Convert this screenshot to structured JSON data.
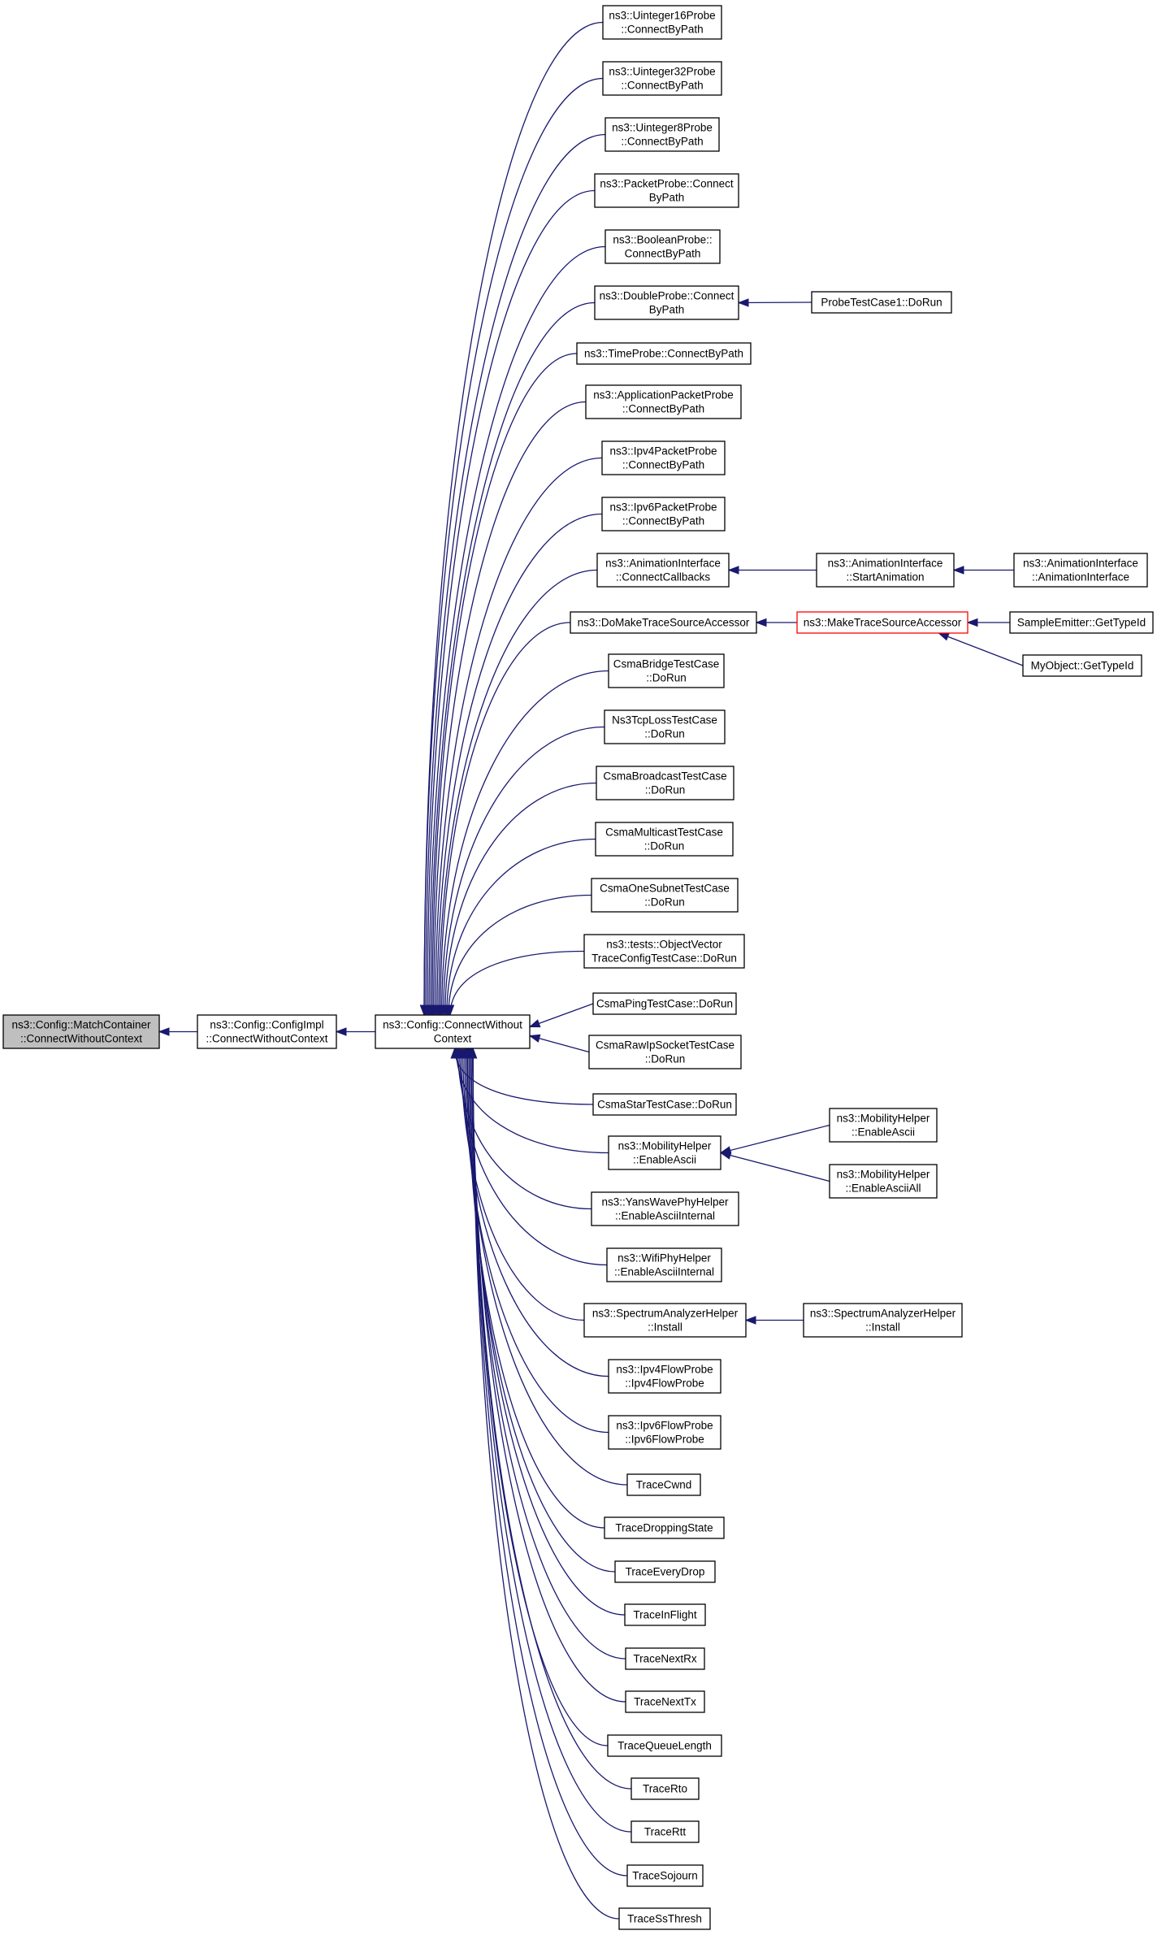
{
  "colors": {
    "edge": "#191970",
    "root_fill": "#bfbfbf",
    "highlight_border": "#ff0000"
  },
  "nodes": [
    {
      "id": "match",
      "lines": [
        "ns3::Config::MatchContainer",
        "::ConnectWithoutContext"
      ],
      "root": true
    },
    {
      "id": "impl",
      "lines": [
        "ns3::Config::ConfigImpl",
        "::ConnectWithoutContext"
      ]
    },
    {
      "id": "cwc",
      "lines": [
        "ns3::Config::ConnectWithout",
        "Context"
      ]
    },
    {
      "id": "u16",
      "lines": [
        "ns3::Uinteger16Probe",
        "::ConnectByPath"
      ]
    },
    {
      "id": "u32",
      "lines": [
        "ns3::Uinteger32Probe",
        "::ConnectByPath"
      ]
    },
    {
      "id": "u8",
      "lines": [
        "ns3::Uinteger8Probe",
        "::ConnectByPath"
      ]
    },
    {
      "id": "packet",
      "lines": [
        "ns3::PacketProbe::Connect",
        "ByPath"
      ]
    },
    {
      "id": "bool",
      "lines": [
        "ns3::BooleanProbe::",
        "ConnectByPath"
      ]
    },
    {
      "id": "double",
      "lines": [
        "ns3::DoubleProbe::Connect",
        "ByPath"
      ]
    },
    {
      "id": "probetc",
      "lines": [
        "ProbeTestCase1::DoRun"
      ]
    },
    {
      "id": "time",
      "lines": [
        "ns3::TimeProbe::ConnectByPath"
      ]
    },
    {
      "id": "apppkt",
      "lines": [
        "ns3::ApplicationPacketProbe",
        "::ConnectByPath"
      ]
    },
    {
      "id": "ipv4pkt",
      "lines": [
        "ns3::Ipv4PacketProbe",
        "::ConnectByPath"
      ]
    },
    {
      "id": "ipv6pkt",
      "lines": [
        "ns3::Ipv6PacketProbe",
        "::ConnectByPath"
      ]
    },
    {
      "id": "animcc",
      "lines": [
        "ns3::AnimationInterface",
        "::ConnectCallbacks"
      ]
    },
    {
      "id": "animstart",
      "lines": [
        "ns3::AnimationInterface",
        "::StartAnimation"
      ]
    },
    {
      "id": "animctor",
      "lines": [
        "ns3::AnimationInterface",
        "::AnimationInterface"
      ]
    },
    {
      "id": "domake",
      "lines": [
        "ns3::DoMakeTraceSourceAccessor"
      ]
    },
    {
      "id": "make",
      "lines": [
        "ns3::MakeTraceSourceAccessor"
      ],
      "highlight": true
    },
    {
      "id": "sample",
      "lines": [
        "SampleEmitter::GetTypeId"
      ]
    },
    {
      "id": "myobj",
      "lines": [
        "MyObject::GetTypeId"
      ]
    },
    {
      "id": "bridge",
      "lines": [
        "CsmaBridgeTestCase",
        "::DoRun"
      ]
    },
    {
      "id": "tcploss",
      "lines": [
        "Ns3TcpLossTestCase",
        "::DoRun"
      ]
    },
    {
      "id": "bcast",
      "lines": [
        "CsmaBroadcastTestCase",
        "::DoRun"
      ]
    },
    {
      "id": "mcast",
      "lines": [
        "CsmaMulticastTestCase",
        "::DoRun"
      ]
    },
    {
      "id": "onesub",
      "lines": [
        "CsmaOneSubnetTestCase",
        "::DoRun"
      ]
    },
    {
      "id": "objvec",
      "lines": [
        "ns3::tests::ObjectVector",
        "TraceConfigTestCase::DoRun"
      ]
    },
    {
      "id": "ping",
      "lines": [
        "CsmaPingTestCase::DoRun"
      ]
    },
    {
      "id": "rawip",
      "lines": [
        "CsmaRawIpSocketTestCase",
        "::DoRun"
      ]
    },
    {
      "id": "star",
      "lines": [
        "CsmaStarTestCase::DoRun"
      ]
    },
    {
      "id": "mobascii",
      "lines": [
        "ns3::MobilityHelper",
        "::EnableAscii"
      ]
    },
    {
      "id": "mobascii2",
      "lines": [
        "ns3::MobilityHelper",
        "::EnableAscii"
      ]
    },
    {
      "id": "mobasciiall",
      "lines": [
        "ns3::MobilityHelper",
        "::EnableAsciiAll"
      ]
    },
    {
      "id": "yans",
      "lines": [
        "ns3::YansWavePhyHelper",
        "::EnableAsciiInternal"
      ]
    },
    {
      "id": "wifi",
      "lines": [
        "ns3::WifiPhyHelper",
        "::EnableAsciiInternal"
      ]
    },
    {
      "id": "spec",
      "lines": [
        "ns3::SpectrumAnalyzerHelper",
        "::Install"
      ]
    },
    {
      "id": "spec2",
      "lines": [
        "ns3::SpectrumAnalyzerHelper",
        "::Install"
      ]
    },
    {
      "id": "ipv4flow",
      "lines": [
        "ns3::Ipv4FlowProbe",
        "::Ipv4FlowProbe"
      ]
    },
    {
      "id": "ipv6flow",
      "lines": [
        "ns3::Ipv6FlowProbe",
        "::Ipv6FlowProbe"
      ]
    },
    {
      "id": "cwnd",
      "lines": [
        "TraceCwnd"
      ]
    },
    {
      "id": "dropping",
      "lines": [
        "TraceDroppingState"
      ]
    },
    {
      "id": "everydrop",
      "lines": [
        "TraceEveryDrop"
      ]
    },
    {
      "id": "inflight",
      "lines": [
        "TraceInFlight"
      ]
    },
    {
      "id": "nextrx",
      "lines": [
        "TraceNextRx"
      ]
    },
    {
      "id": "nexttx",
      "lines": [
        "TraceNextTx"
      ]
    },
    {
      "id": "qlen",
      "lines": [
        "TraceQueueLength"
      ]
    },
    {
      "id": "rto",
      "lines": [
        "TraceRto"
      ]
    },
    {
      "id": "rtt",
      "lines": [
        "TraceRtt"
      ]
    },
    {
      "id": "sojourn",
      "lines": [
        "TraceSojourn"
      ]
    },
    {
      "id": "ssthresh",
      "lines": [
        "TraceSsThresh"
      ]
    }
  ],
  "edges": [
    [
      "impl",
      "match"
    ],
    [
      "cwc",
      "impl"
    ],
    [
      "u16",
      "cwc"
    ],
    [
      "u32",
      "cwc"
    ],
    [
      "u8",
      "cwc"
    ],
    [
      "packet",
      "cwc"
    ],
    [
      "bool",
      "cwc"
    ],
    [
      "double",
      "cwc"
    ],
    [
      "time",
      "cwc"
    ],
    [
      "apppkt",
      "cwc"
    ],
    [
      "ipv4pkt",
      "cwc"
    ],
    [
      "ipv6pkt",
      "cwc"
    ],
    [
      "animcc",
      "cwc"
    ],
    [
      "domake",
      "cwc"
    ],
    [
      "bridge",
      "cwc"
    ],
    [
      "tcploss",
      "cwc"
    ],
    [
      "bcast",
      "cwc"
    ],
    [
      "mcast",
      "cwc"
    ],
    [
      "onesub",
      "cwc"
    ],
    [
      "objvec",
      "cwc"
    ],
    [
      "ping",
      "cwc"
    ],
    [
      "rawip",
      "cwc"
    ],
    [
      "star",
      "cwc"
    ],
    [
      "mobascii",
      "cwc"
    ],
    [
      "yans",
      "cwc"
    ],
    [
      "wifi",
      "cwc"
    ],
    [
      "spec",
      "cwc"
    ],
    [
      "ipv4flow",
      "cwc"
    ],
    [
      "ipv6flow",
      "cwc"
    ],
    [
      "cwnd",
      "cwc"
    ],
    [
      "dropping",
      "cwc"
    ],
    [
      "everydrop",
      "cwc"
    ],
    [
      "inflight",
      "cwc"
    ],
    [
      "nextrx",
      "cwc"
    ],
    [
      "nexttx",
      "cwc"
    ],
    [
      "qlen",
      "cwc"
    ],
    [
      "rto",
      "cwc"
    ],
    [
      "rtt",
      "cwc"
    ],
    [
      "sojourn",
      "cwc"
    ],
    [
      "ssthresh",
      "cwc"
    ],
    [
      "probetc",
      "double"
    ],
    [
      "animstart",
      "animcc"
    ],
    [
      "animctor",
      "animstart"
    ],
    [
      "make",
      "domake"
    ],
    [
      "sample",
      "make"
    ],
    [
      "myobj",
      "make"
    ],
    [
      "mobascii2",
      "mobascii"
    ],
    [
      "mobasciiall",
      "mobascii"
    ],
    [
      "spec2",
      "spec"
    ]
  ]
}
